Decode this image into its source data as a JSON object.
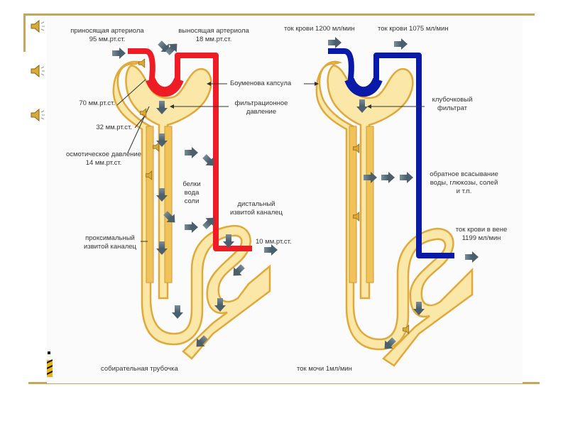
{
  "slide": {
    "colors": {
      "frame": "#c9a45c",
      "artery": "#ee1c24",
      "vein": "#0a1aa8",
      "tubule_fill": "#fbe8a8",
      "tubule_wall": "#e0a93a",
      "flow_arrow": "#5f7582"
    },
    "sound_icons": [
      "speaker-icon",
      "speaker-icon",
      "speaker-icon"
    ]
  },
  "left_diagram": {
    "afferent": {
      "title": "приносящая артериола",
      "value": "95 мм.рт.ст."
    },
    "efferent": {
      "title": "выносящая артериола",
      "value": "18 мм.рт.ст."
    },
    "bowman": "Боуменова капсула",
    "glom_pressure": "70 мм.рт.ст.",
    "filtration": {
      "line1": "фильтрационное",
      "line2": "давление"
    },
    "capsule_pressure": "32 мм.рт.ст.",
    "osmotic": {
      "line1": "осмотическое давление",
      "line2": "14 мм.рт.ст."
    },
    "reabsorbed": {
      "line1": "белки",
      "line2": "вода",
      "line3": "соли"
    },
    "distal": {
      "line1": "дистальный",
      "line2": "извитой каналец"
    },
    "proximal": {
      "line1": "проксимальный",
      "line2": "извитой каналец"
    },
    "venous_pressure": "10 мм.рт.ст.",
    "collecting": "собирательная трубочка"
  },
  "right_diagram": {
    "flow_in": "ток крови 1200 мл/мин",
    "flow_out": "ток крови 1075 мл/мин",
    "filtrate": {
      "line1": "клубочковый",
      "line2": "фильтрат"
    },
    "reabsorption": {
      "line1": "обратное всасывание",
      "line2": "воды, глюкозы, солей",
      "line3": "и т.п."
    },
    "vein_flow": {
      "line1": "ток крови в вене",
      "line2": "1199 мл/мин"
    },
    "urine": "ток мочи 1мл/мин"
  }
}
